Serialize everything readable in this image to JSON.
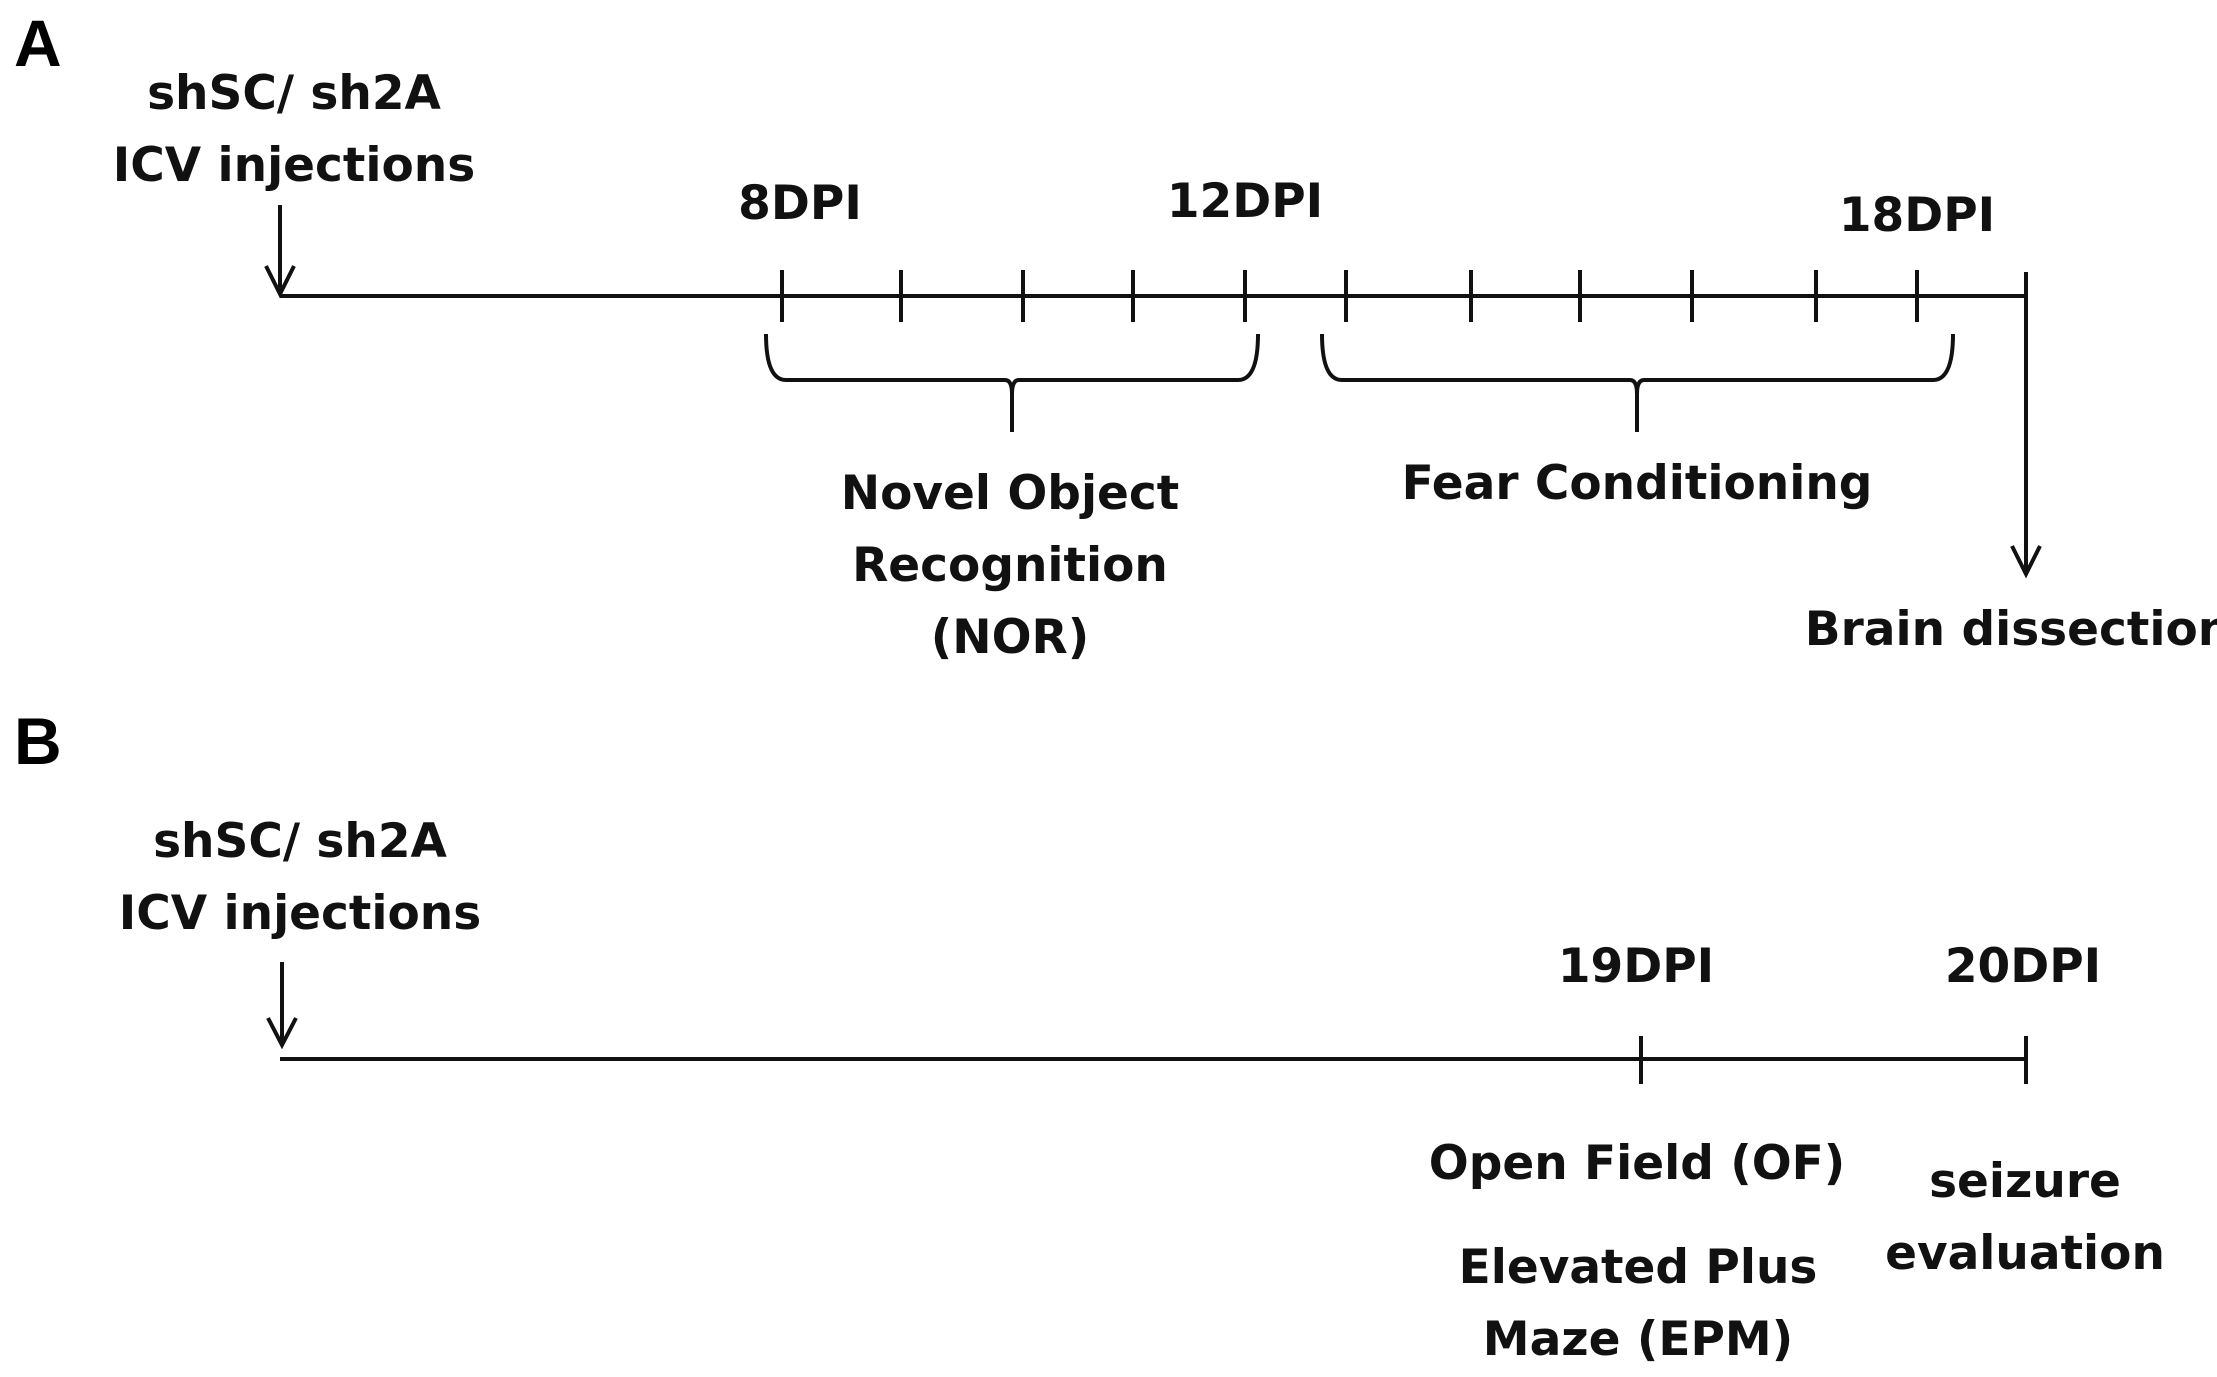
{
  "panel_a": {
    "letter": "A",
    "injection": {
      "line1": "shSC/ sh2A",
      "line2": "ICV injections"
    },
    "day_labels": {
      "d8": "8DPI",
      "d12": "12DPI",
      "d18": "18DPI"
    },
    "nor": {
      "line1": "Novel Object",
      "line2": "Recognition",
      "line3": "(NOR)"
    },
    "fear": "Fear Conditioning",
    "end": "Brain dissection"
  },
  "panel_b": {
    "letter": "B",
    "injection": {
      "line1": "shSC/ sh2A",
      "line2": "ICV injections"
    },
    "day_labels": {
      "d19": "19DPI",
      "d20": "20DPI"
    },
    "open_field": "Open Field (OF)",
    "epm": {
      "line1": "Elevated Plus",
      "line2": "Maze (EPM)"
    },
    "seizure": {
      "line1": "seizure",
      "line2": "evaluation"
    }
  },
  "colors": {
    "ink": "#111111",
    "background": "#ffffff"
  }
}
